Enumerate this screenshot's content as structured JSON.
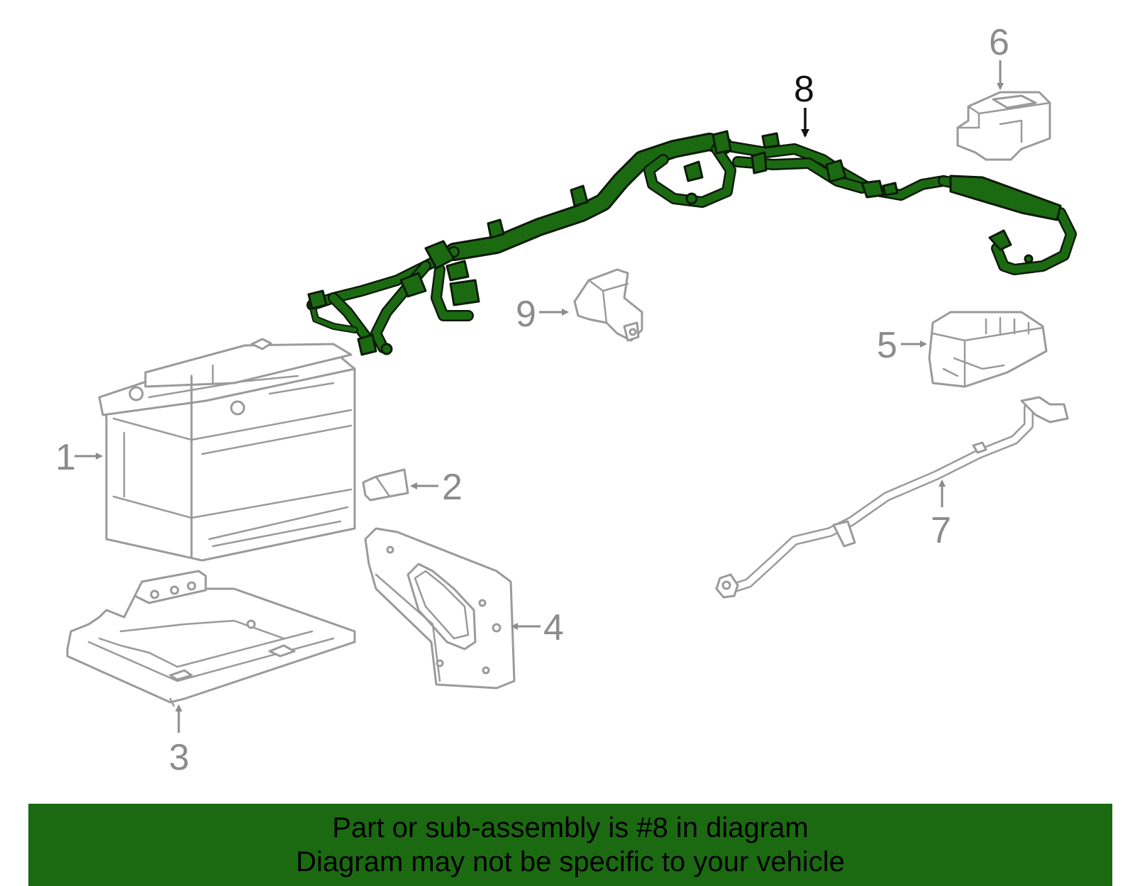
{
  "callouts": {
    "c1": "1",
    "c2": "2",
    "c3": "3",
    "c4": "4",
    "c5": "5",
    "c6": "6",
    "c7": "7",
    "c8": "8",
    "c9": "9"
  },
  "highlighted_part": "8",
  "colors": {
    "highlight": "#1b6a12",
    "outline": "#9a9a9a",
    "banner": "#1b6a12"
  },
  "banner": {
    "line1": "Part or sub-assembly is #8 in diagram",
    "line2": "Diagram may not be specific to your vehicle"
  }
}
